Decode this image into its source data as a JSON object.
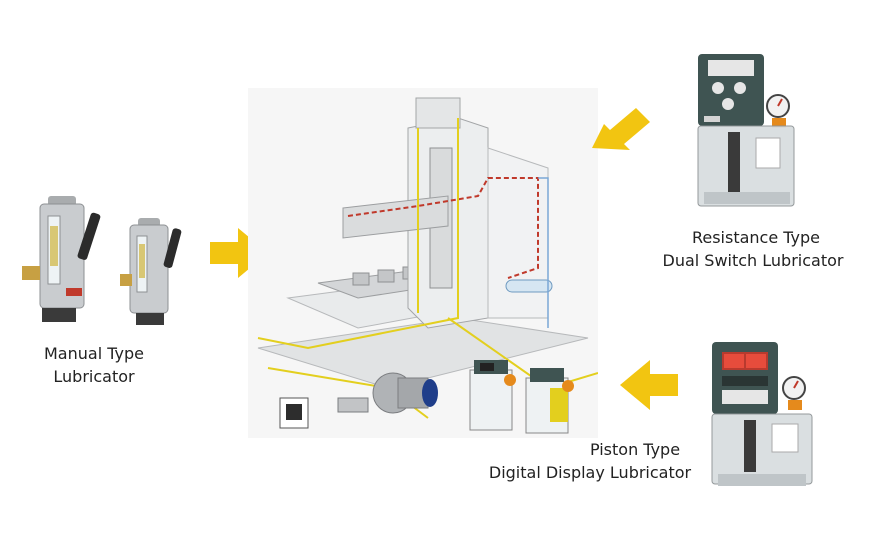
{
  "labels": {
    "manual_line1": "Manual Type",
    "manual_line2": "Lubricator",
    "resistance_line1": "Resistance Type",
    "resistance_line2": "Dual Switch Lubricator",
    "piston_line1": "Piston Type",
    "piston_line2": "Digital Display Lubricator"
  },
  "colors": {
    "arrow": "#f2c511",
    "machine_frame": "#d9d9d9",
    "oil_line": "#e3cf1e",
    "red_line": "#c0392b",
    "metal": "#b9bcbf",
    "handle": "#2b2b2b",
    "panel": "#3f5452"
  },
  "icons": [
    "arrow-right-icon",
    "arrow-left-icon"
  ]
}
